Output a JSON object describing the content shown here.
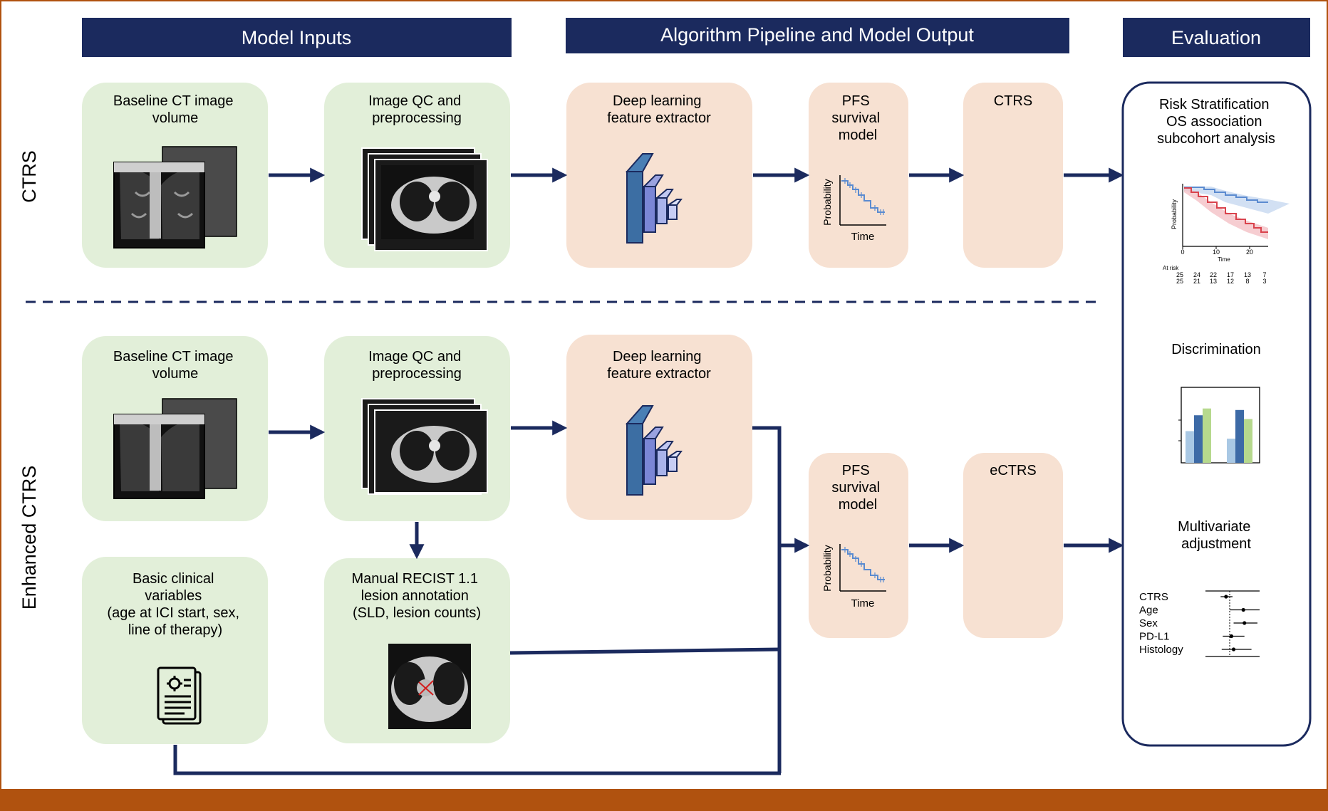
{
  "headers": {
    "inputs": "Model Inputs",
    "pipeline": "Algorithm Pipeline and Model Output",
    "evaluation": "Evaluation"
  },
  "rows": {
    "ctrs": "CTRS",
    "enhanced": "Enhanced CTRS"
  },
  "boxes": {
    "baseline_ct": [
      "Baseline CT image",
      "volume"
    ],
    "image_qc": [
      "Image QC and",
      "preprocessing"
    ],
    "deep_learning": [
      "Deep learning",
      "feature extractor"
    ],
    "pfs_model": [
      "PFS",
      "survival",
      "model"
    ],
    "ctrs_output": "CTRS",
    "ectrs_output": "eCTRS",
    "clinical_vars": [
      "Basic clinical",
      "variables",
      "(age at ICI start, sex,",
      "line of therapy)"
    ],
    "recist": [
      "Manual RECIST 1.1",
      "lesion annotation",
      "(SLD, lesion counts)"
    ]
  },
  "mini_survival_plot": {
    "ylabel": "Probability",
    "xlabel": "Time"
  },
  "evaluation_panel": {
    "risk_title": [
      "Risk Stratification",
      "OS association",
      "subcohort analysis"
    ],
    "km_plot": {
      "ylabel": "Probability",
      "xlabel": "Time",
      "x_ticks": [
        "0",
        "10",
        "20"
      ],
      "at_risk_label": "At risk",
      "at_risk_rows": [
        [
          "25",
          "24",
          "22",
          "17",
          "13",
          "7"
        ],
        [
          "25",
          "21",
          "13",
          "12",
          "8",
          "3"
        ]
      ]
    },
    "discrimination_title": "Discrimination",
    "discrimination_chart": {
      "groups": [
        {
          "values": [
            0.42,
            0.63,
            0.72
          ]
        },
        {
          "values": [
            0.32,
            0.7,
            0.58
          ]
        }
      ],
      "colors": [
        "#a9c8e4",
        "#3d6aa6",
        "#b6d98d"
      ]
    },
    "multivariate_title": [
      "Multivariate",
      "adjustment"
    ],
    "forest_plot": {
      "variables": [
        "CTRS",
        "Age",
        "Sex",
        "PD-L1",
        "Histology"
      ],
      "estimates": [
        0.38,
        0.7,
        0.72,
        0.48,
        0.52
      ],
      "ci_low": [
        0.28,
        0.45,
        0.52,
        0.32,
        0.3
      ],
      "ci_high": [
        0.5,
        1.0,
        0.96,
        0.72,
        0.85
      ]
    }
  },
  "colors": {
    "navy": "#1b2a5e",
    "frame_orange": "#b0520f",
    "input_green": "#e2efd9",
    "pipeline_peach": "#f7e1d2",
    "arrow": "#1b2a5e",
    "km_blue": "#5b8bd0",
    "km_red": "#d9434d"
  }
}
